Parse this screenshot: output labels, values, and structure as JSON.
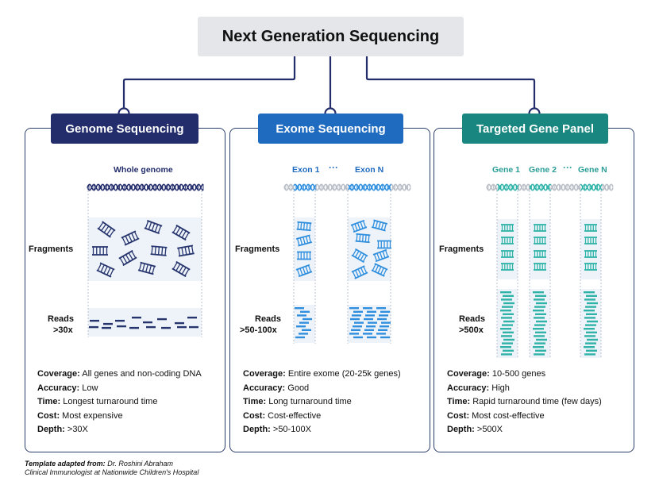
{
  "title": "Next Generation Sequencing",
  "colors": {
    "navy": "#232d6b",
    "blue": "#1f6bbf",
    "teal": "#19867f",
    "dark_blue_fragment": "#27356e",
    "light_blue_fragment": "#2f8fde",
    "teal_fragment": "#2fb3a8",
    "panel_bg": "#eef3fa"
  },
  "panels": [
    {
      "header": "Genome Sequencing",
      "region_labels": [
        "Whole genome"
      ],
      "fragments_label": "Fragments",
      "reads_label_1": "Reads",
      "reads_label_2": ">30x",
      "metrics": [
        {
          "key": "Coverage:",
          "value": "All genes and non-coding DNA"
        },
        {
          "key": "Accuracy:",
          "value": "Low"
        },
        {
          "key": "Time:",
          "value": "Longest turnaround time"
        },
        {
          "key": "Cost:",
          "value": "Most expensive"
        },
        {
          "key": "Depth:",
          "value": ">30X"
        }
      ]
    },
    {
      "header": "Exome Sequencing",
      "region_labels": [
        "Exon 1",
        "Exon N"
      ],
      "dots": "···",
      "fragments_label": "Fragments",
      "reads_label_1": "Reads",
      "reads_label_2": ">50-100x",
      "metrics": [
        {
          "key": "Coverage:",
          "value": "Entire exome (20-25k genes)"
        },
        {
          "key": "Accuracy:",
          "value": "Good"
        },
        {
          "key": "Time:",
          "value": "Long turnaround time"
        },
        {
          "key": "Cost:",
          "value": "Cost-effective"
        },
        {
          "key": "Depth:",
          "value": ">50-100X"
        }
      ]
    },
    {
      "header": "Targeted Gene Panel",
      "region_labels": [
        "Gene 1",
        "Gene 2",
        "Gene N"
      ],
      "dots": "···",
      "fragments_label": "Fragments",
      "reads_label_1": "Reads",
      "reads_label_2": ">500x",
      "metrics": [
        {
          "key": "Coverage:",
          "value": "10-500 genes"
        },
        {
          "key": "Accuracy:",
          "value": "High"
        },
        {
          "key": "Time:",
          "value": "Rapid turnaround time (few days)"
        },
        {
          "key": "Cost:",
          "value": "Most cost-effective"
        },
        {
          "key": "Depth:",
          "value": ">500X"
        }
      ]
    }
  ],
  "footer": {
    "line1_bold": "Template adapted from:",
    "line1_rest": " Dr. Roshini Abraham",
    "line2": "Clinical Immunologist at Nationwide Children's Hospital"
  }
}
